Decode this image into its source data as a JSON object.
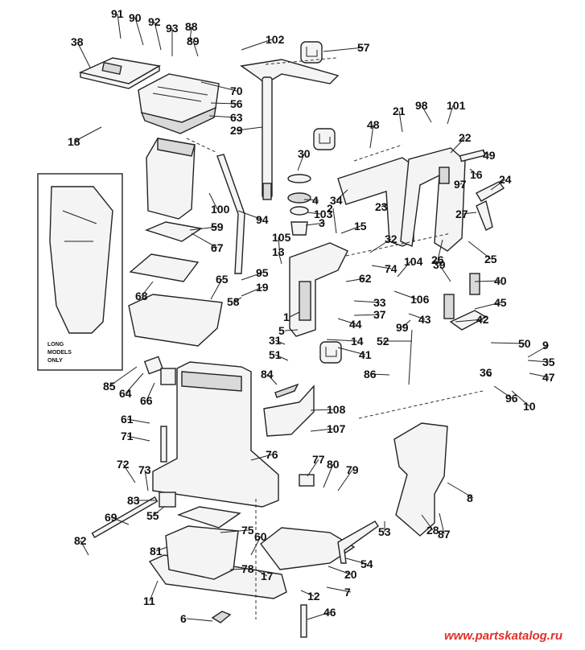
{
  "diagram": {
    "callouts": [
      "91",
      "90",
      "92",
      "93",
      "88",
      "89",
      "102",
      "57",
      "38",
      "70",
      "56",
      "63",
      "29",
      "18",
      "21",
      "98",
      "101",
      "48",
      "22",
      "30",
      "49",
      "16",
      "97",
      "24",
      "100",
      "4",
      "103",
      "3",
      "2",
      "15",
      "34",
      "23",
      "27",
      "94",
      "59",
      "67",
      "105",
      "13",
      "95",
      "19",
      "58",
      "68",
      "65",
      "32",
      "74",
      "62",
      "104",
      "26",
      "25",
      "39",
      "40",
      "106",
      "33",
      "37",
      "44",
      "99",
      "43",
      "45",
      "42",
      "50",
      "1",
      "5",
      "31",
      "51",
      "14",
      "41",
      "52",
      "9",
      "35",
      "47",
      "36",
      "96",
      "10",
      "86",
      "84",
      "85",
      "64",
      "66",
      "108",
      "107",
      "61",
      "71",
      "76",
      "77",
      "80",
      "79",
      "72",
      "73",
      "83",
      "55",
      "69",
      "82",
      "75",
      "60",
      "81",
      "78",
      "17",
      "20",
      "54",
      "53",
      "28",
      "87",
      "8",
      "7",
      "11",
      "12",
      "6",
      "46"
    ],
    "inset_note_line1": "LONG",
    "inset_note_line2": "MODELS",
    "inset_note_line3": "ONLY",
    "watermark": "www.partskatalog.ru"
  }
}
